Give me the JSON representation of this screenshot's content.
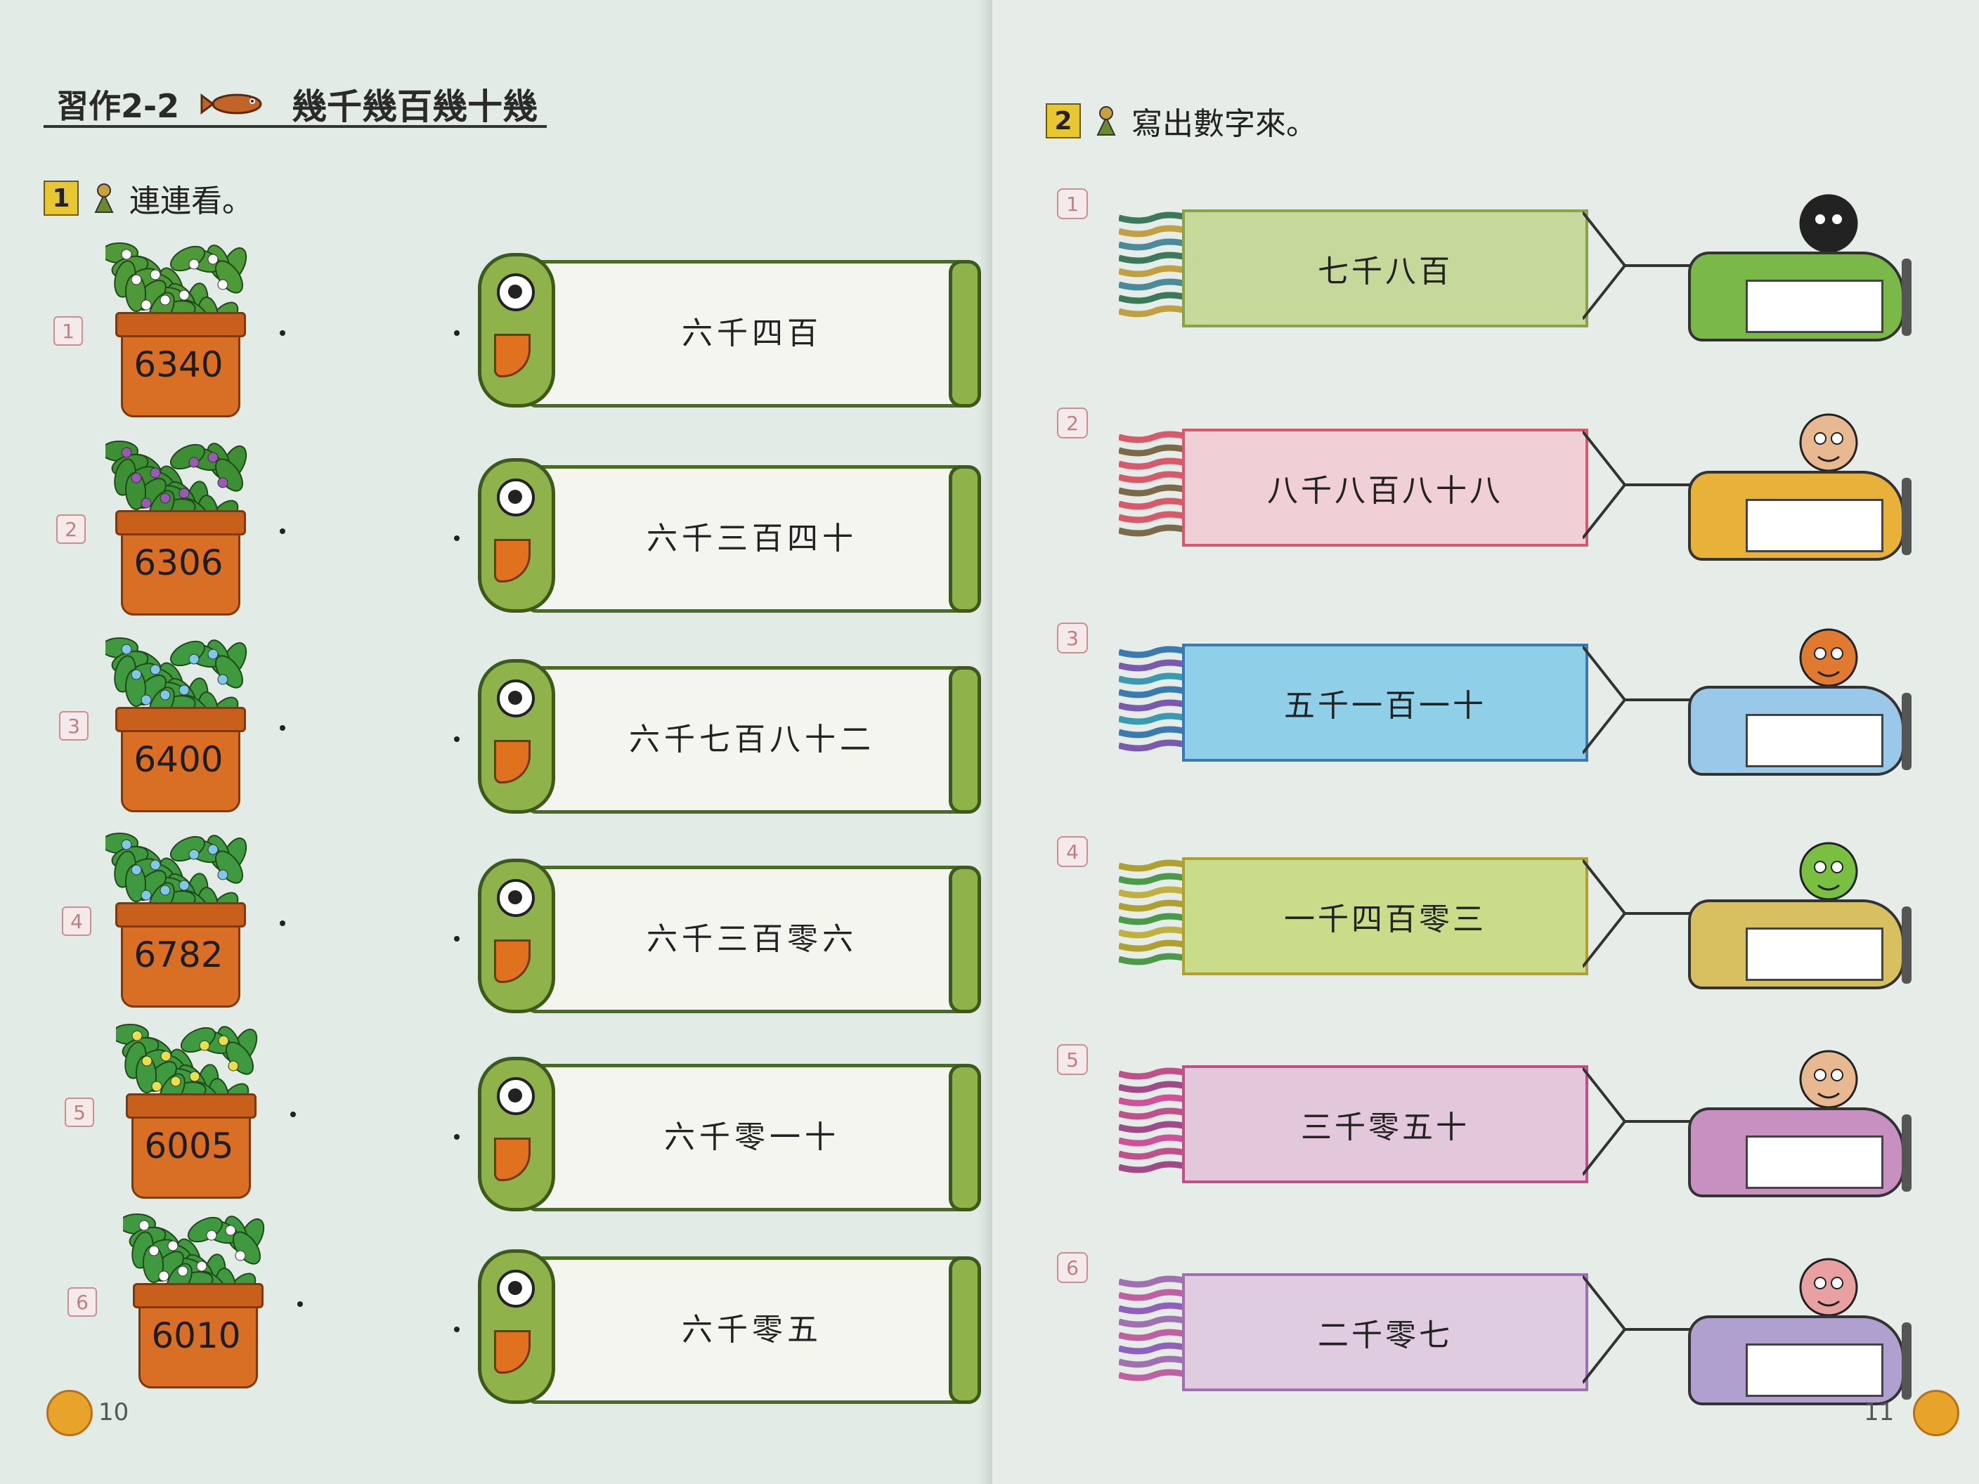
{
  "left_page": {
    "lesson_code": "習作2-2",
    "lesson_title": "幾千幾百幾十幾",
    "section_number": "1",
    "section_title": "連連看。",
    "page_number": "10",
    "pots": [
      {
        "n": "1",
        "value": "6340",
        "leaf": "#4e9a39",
        "flower": "#ffffff"
      },
      {
        "n": "2",
        "value": "6306",
        "leaf": "#3d8f33",
        "flower": "#9b59b6"
      },
      {
        "n": "3",
        "value": "6400",
        "leaf": "#3f9a3f",
        "flower": "#7fc8e8"
      },
      {
        "n": "4",
        "value": "6782",
        "leaf": "#3f9a3f",
        "flower": "#7fc8e8"
      },
      {
        "n": "5",
        "value": "6005",
        "leaf": "#3f9a3f",
        "flower": "#e8e04a"
      },
      {
        "n": "6",
        "value": "6010",
        "leaf": "#3f9a3f",
        "flower": "#ffffff"
      }
    ],
    "worms": [
      "六千四百",
      "六千三百四十",
      "六千七百八十二",
      "六千三百零六",
      "六千零一十",
      "六千零五"
    ]
  },
  "right_page": {
    "section_number": "2",
    "section_title": "寫出數字來。",
    "page_number": "11",
    "banners": [
      {
        "n": "1",
        "text": "七千八百",
        "color": "#c7d99a",
        "border": "#8aa24a",
        "fringe": [
          "#3a7a5a",
          "#c0a040",
          "#4a8a9a"
        ],
        "plane": "#7bb84a",
        "pilot": "rabbit-black"
      },
      {
        "n": "2",
        "text": "八千八百八十八",
        "color": "#f0d0d6",
        "border": "#d85a6a",
        "fringe": [
          "#d85a6a",
          "#7a6a4a",
          "#d85a6a"
        ],
        "plane": "#e8b23a",
        "pilot": "boy"
      },
      {
        "n": "3",
        "text": "五千一百一十",
        "color": "#8fd0e8",
        "border": "#3a7ab0",
        "fringe": [
          "#3a7ab0",
          "#7a5ab0",
          "#3a9ab0"
        ],
        "plane": "#9ac8e8",
        "pilot": "rabbit-orange"
      },
      {
        "n": "4",
        "text": "一千四百零三",
        "color": "#c8dc8a",
        "border": "#b0a030",
        "fringe": [
          "#b0a030",
          "#4a9a4a",
          "#c0b040"
        ],
        "plane": "#d8c060",
        "pilot": "crocodile"
      },
      {
        "n": "5",
        "text": "三千零五十",
        "color": "#e2c8da",
        "border": "#c0508a",
        "fringe": [
          "#c0508a",
          "#a04a8a",
          "#d0509a"
        ],
        "plane": "#c890c0",
        "pilot": "girl"
      },
      {
        "n": "6",
        "text": "二千零七",
        "color": "#e0cce0",
        "border": "#a070b0",
        "fringe": [
          "#a070b0",
          "#c060a0",
          "#9060c0"
        ],
        "plane": "#b0a0d0",
        "pilot": "pig"
      }
    ]
  }
}
